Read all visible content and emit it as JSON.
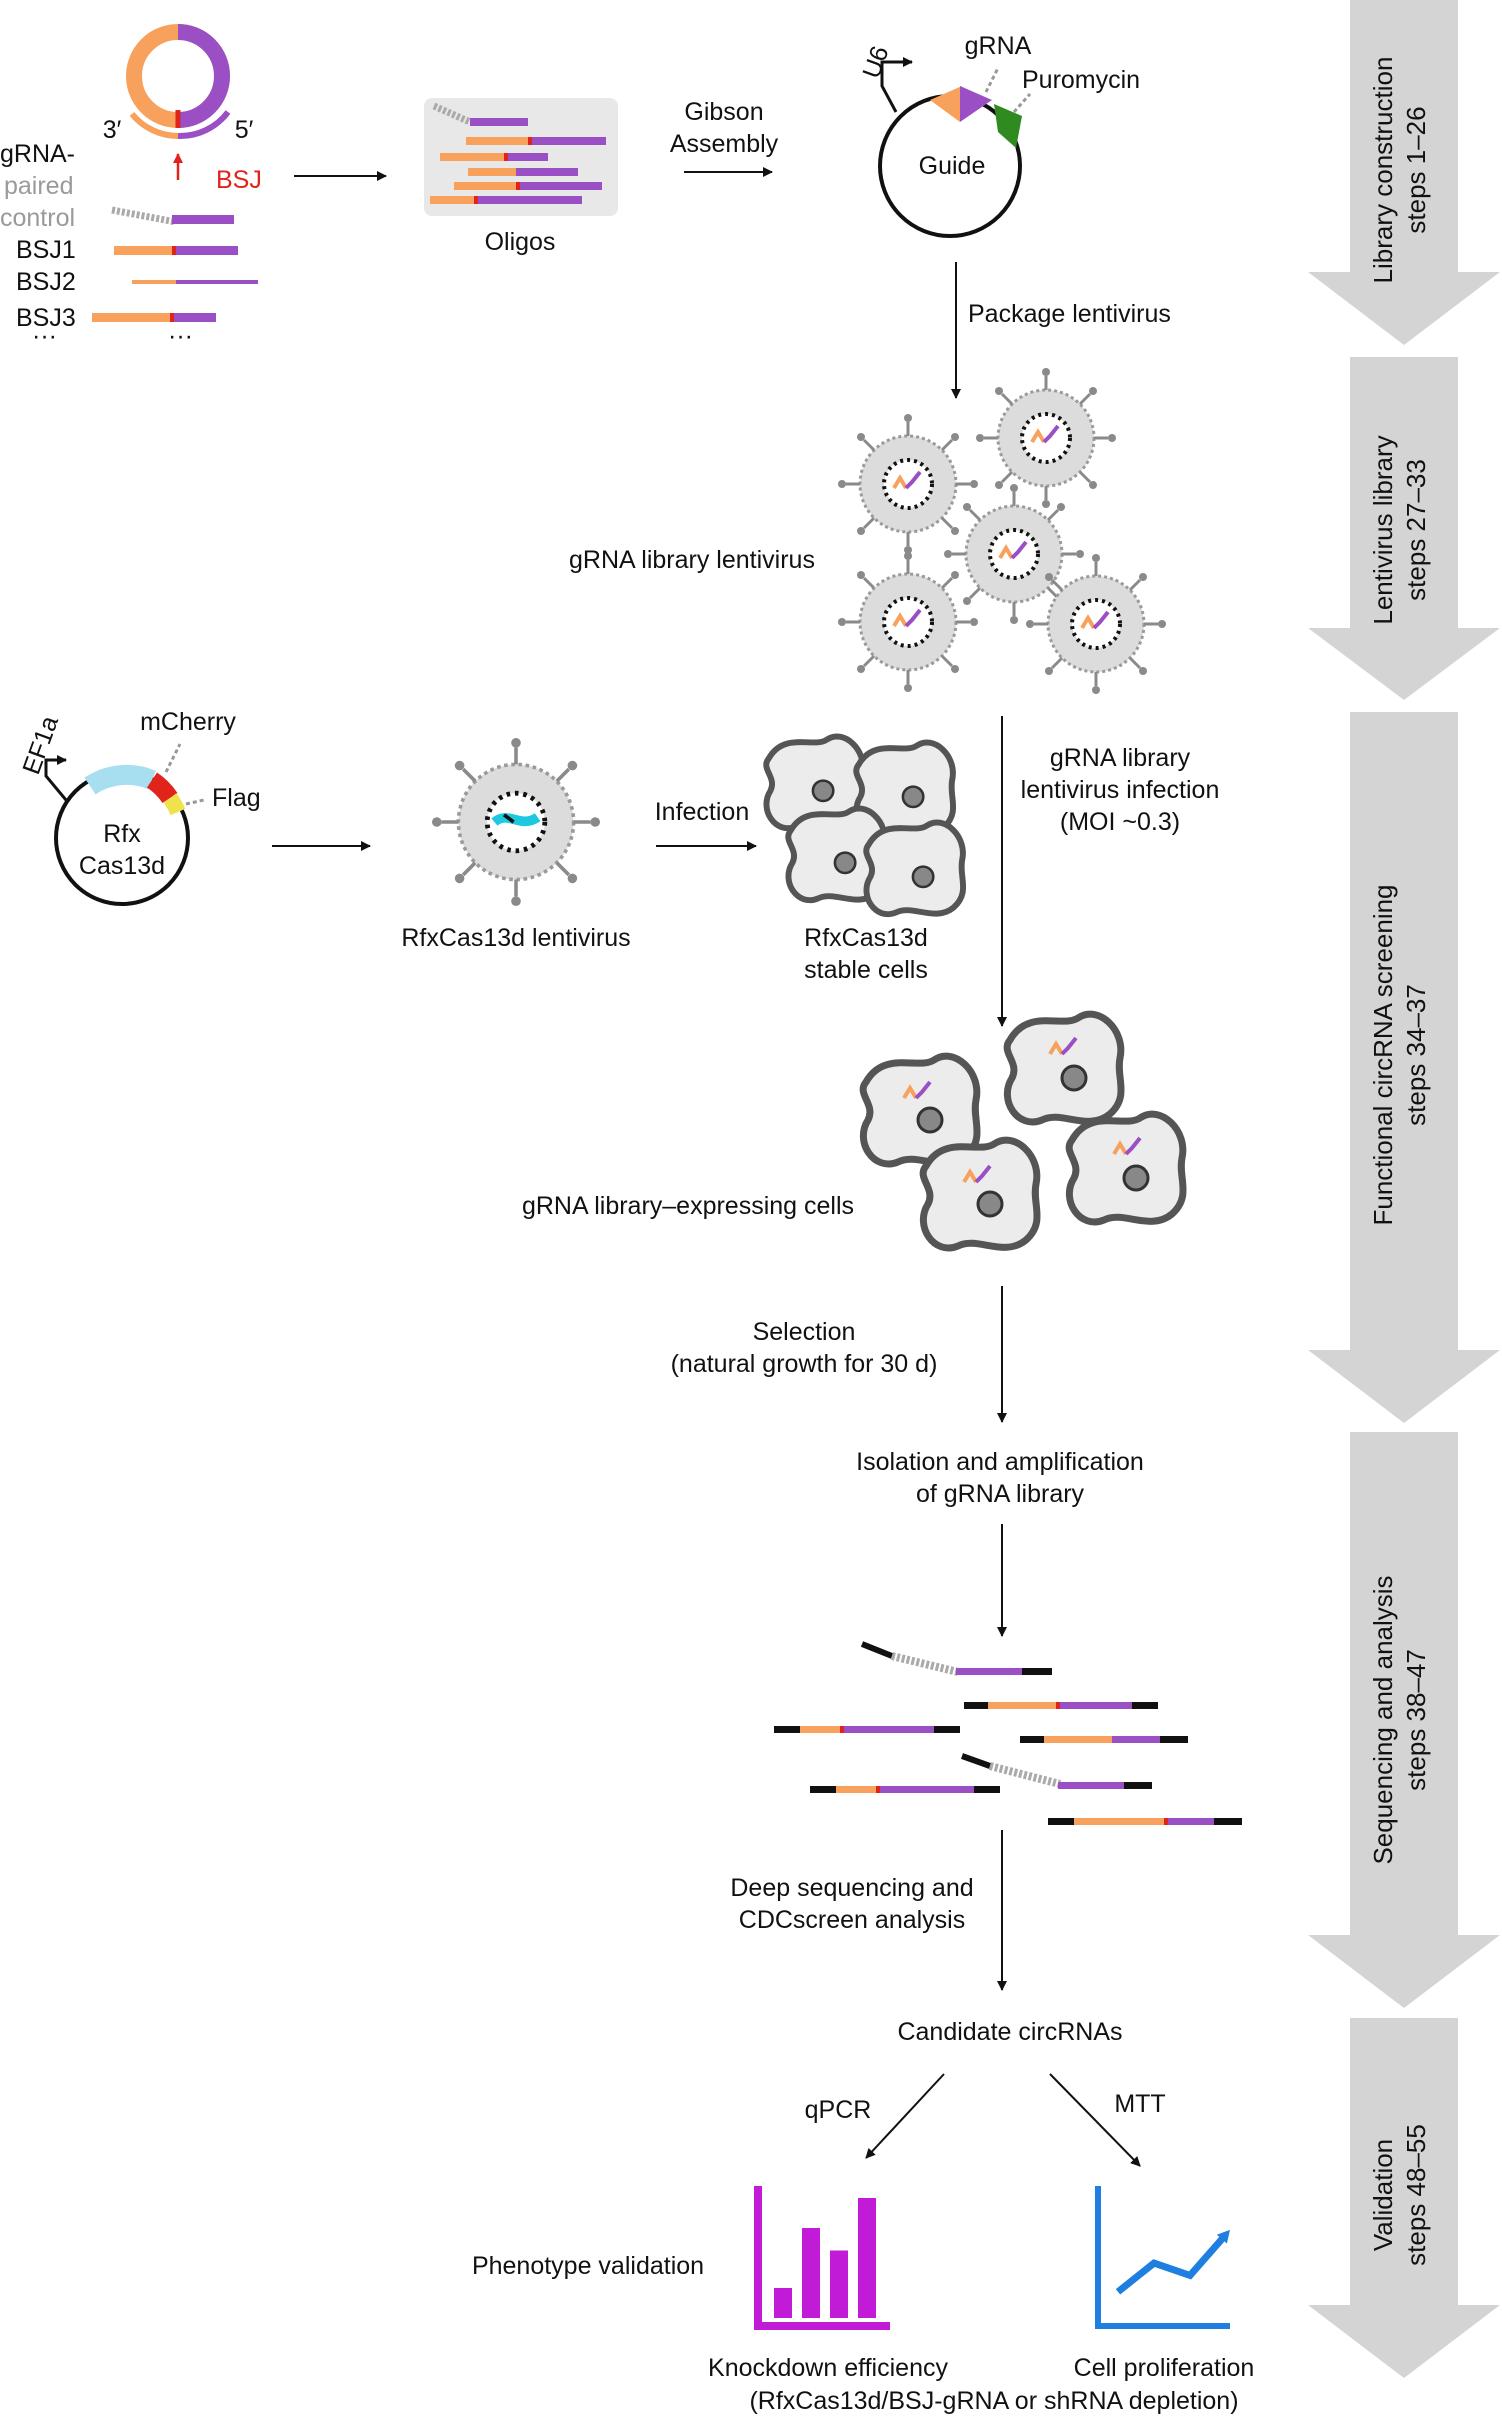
{
  "stages": [
    {
      "title": "Library construction",
      "steps": "steps 1–26"
    },
    {
      "title": "Lentivirus library",
      "steps": "steps 27–33"
    },
    {
      "title": "Functional circRNA screening",
      "steps": "steps 34–37"
    },
    {
      "title": "Sequencing and analysis",
      "steps": "steps 38–47"
    },
    {
      "title": "Validation",
      "steps": "steps 48–55"
    }
  ],
  "library": {
    "prime3": "3′",
    "prime5": "5′",
    "bsj_label": "BSJ",
    "grna_label": "gRNA-",
    "paired_label": "paired",
    "control_label": "control",
    "bsj1": "BSJ1",
    "bsj2": "BSJ2",
    "bsj3": "BSJ3",
    "ellipsis": "···",
    "oligos": "Oligos",
    "gibson1": "Gibson",
    "gibson2": "Assembly",
    "u6": "U6",
    "grna": "gRNA",
    "puromycin": "Puromycin",
    "guide": "Guide",
    "package": "Package lentivirus"
  },
  "lentivirus": {
    "library_label": "gRNA library lentivirus"
  },
  "screening": {
    "ef1a": "EF1a",
    "mcherry": "mCherry",
    "flag": "Flag",
    "rfx": "Rfx",
    "cas13d": "Cas13d",
    "rfx_lentivirus": "RfxCas13d lentivirus",
    "infection": "Infection",
    "stable1": "RfxCas13d",
    "stable2": "stable cells",
    "infect1": "gRNA library",
    "infect2": "lentivirus infection",
    "infect3": "(MOI ~0.3)",
    "expressing": "gRNA library–expressing cells",
    "selection1": "Selection",
    "selection2": "(natural growth for 30 d)"
  },
  "sequencing": {
    "iso1": "Isolation and amplification",
    "iso2": "of gRNA library",
    "deep1": "Deep sequencing and",
    "deep2": "CDCscreen analysis"
  },
  "validation": {
    "candidates": "Candidate circRNAs",
    "qpcr": "qPCR",
    "mtt": "MTT",
    "phenotype": "Phenotype validation",
    "knockdown": "Knockdown efficiency",
    "proliferation": "Cell proliferation",
    "depletion": "(RfxCas13d/BSJ-gRNA or shRNA depletion)"
  },
  "colors": {
    "orange": "#f7a15c",
    "purple": "#9b4fc4",
    "red": "#e0231b",
    "magenta": "#c21bd8",
    "blue": "#1f7fe0",
    "gray_arrow": "#d4d4d4",
    "cyan": "#1ec8e0"
  },
  "chart_icons": {
    "knockdown_bars": [
      0.2,
      0.6,
      0.45,
      0.8
    ],
    "proliferation_line": [
      0.1,
      0.45,
      0.3,
      0.8
    ]
  }
}
